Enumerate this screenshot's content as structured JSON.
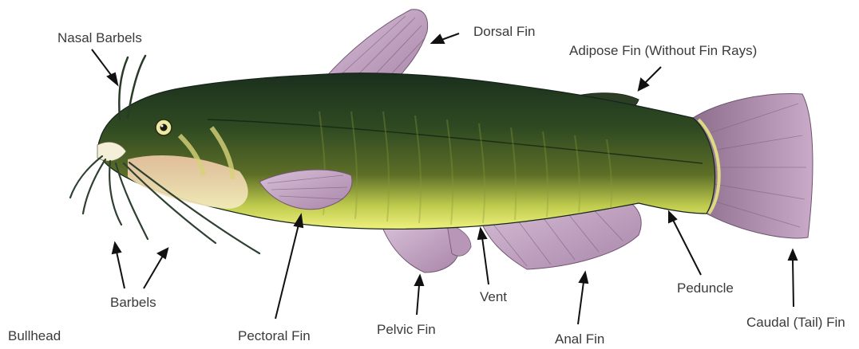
{
  "title": "Bullhead",
  "labels": {
    "nasal_barbels": "Nasal Barbels",
    "dorsal_fin": "Dorsal Fin",
    "adipose_fin": "Adipose Fin (Without Fin Rays)",
    "barbels": "Barbels",
    "pectoral_fin": "Pectoral Fin",
    "pelvic_fin": "Pelvic Fin",
    "vent": "Vent",
    "anal_fin": "Anal Fin",
    "peduncle": "Peduncle",
    "caudal_fin": "Caudal (Tail) Fin"
  },
  "colors": {
    "body_dark": "#1e3520",
    "body_mid": "#445a22",
    "belly": "#e6ea7a",
    "fin": "#c4a4c4",
    "label_text": "#3a3a3a"
  }
}
